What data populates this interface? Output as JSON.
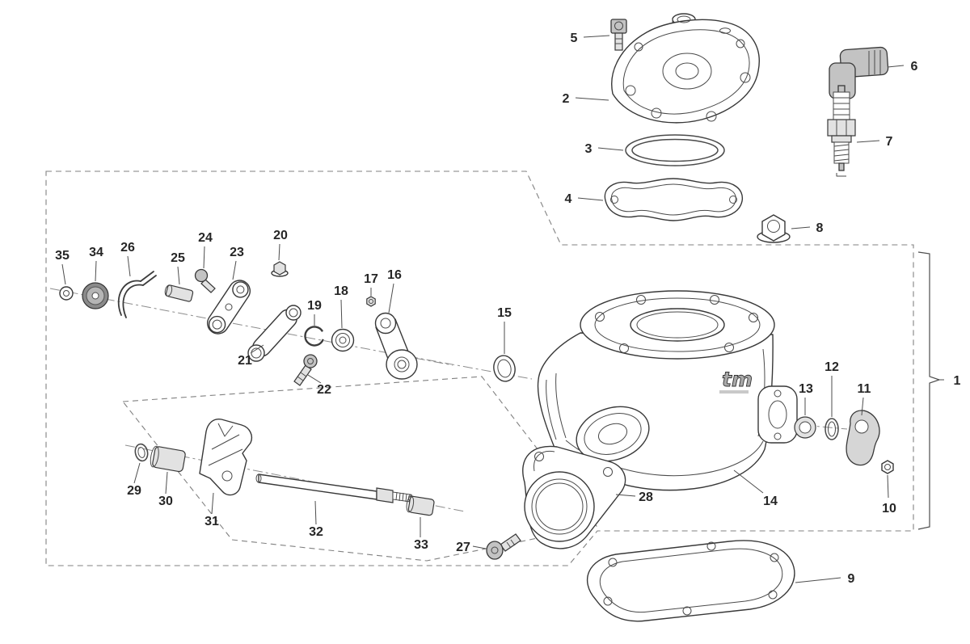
{
  "diagram": {
    "type": "exploded_parts_diagram",
    "subject": "engine cylinder head assembly",
    "part_count": 35,
    "brand_mark": "tm"
  },
  "labels": {
    "1": "1",
    "2": "2",
    "3": "3",
    "4": "4",
    "5": "5",
    "6": "6",
    "7": "7",
    "8": "8",
    "9": "9",
    "10": "10",
    "11": "11",
    "12": "12",
    "13": "13",
    "14": "14",
    "15": "15",
    "16": "16",
    "17": "17",
    "18": "18",
    "19": "19",
    "20": "20",
    "21": "21",
    "22": "22",
    "23": "23",
    "24": "24",
    "25": "25",
    "26": "26",
    "27": "27",
    "28": "28",
    "29": "29",
    "30": "30",
    "31": "31",
    "32": "32",
    "33": "33",
    "34": "34",
    "35": "35"
  }
}
